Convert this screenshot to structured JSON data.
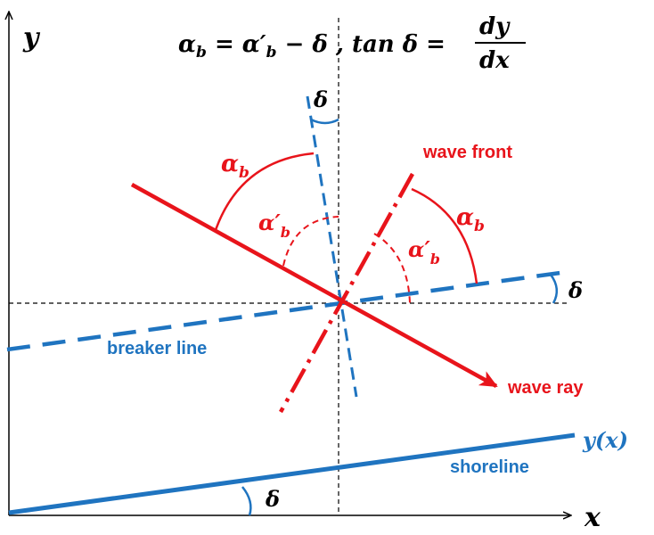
{
  "colors": {
    "red": "#e8141b",
    "blue": "#1f74c0",
    "black": "#000000"
  },
  "axes": {
    "x_label": "x",
    "y_label": "y"
  },
  "formula": {
    "text": "αb = α′b − δ , tan δ = dy/dx",
    "lhs": "α",
    "lhs_sub": "b",
    "eq1": " = α′",
    "sub2": "b",
    "rest": " − δ , tan δ = ",
    "num": "dy",
    "den": "dx"
  },
  "labels": {
    "wave_front": "wave front",
    "wave_ray": "wave ray",
    "breaker_line": "breaker line",
    "shoreline": "shoreline",
    "y_of_x": "y(x)",
    "alpha": "α",
    "alpha_prime": "α′",
    "sub_b": "b",
    "delta": "δ"
  }
}
